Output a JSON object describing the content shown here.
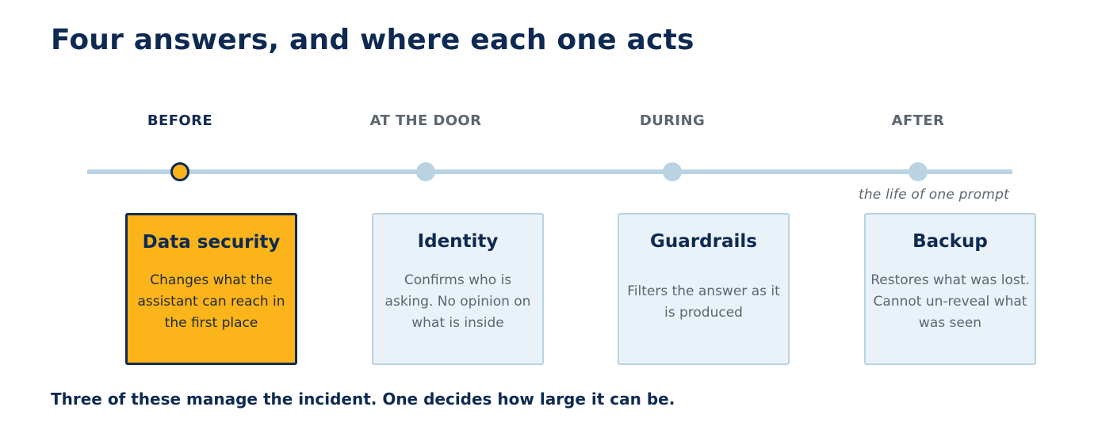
{
  "title": "Four answers, and where each one acts",
  "timeline": {
    "caption": "the life of one prompt",
    "active_stage": 0,
    "stages": [
      {
        "label": "BEFORE",
        "card_title": "Data security",
        "card_body": "Changes what the assistant can reach in the first place"
      },
      {
        "label": "AT THE DOOR",
        "card_title": "Identity",
        "card_body": "Confirms who is asking. No opinion on what is inside"
      },
      {
        "label": "DURING",
        "card_title": "Guardrails",
        "card_body": "Filters the answer as it is produced"
      },
      {
        "label": "AFTER",
        "card_title": "Backup",
        "card_body": "Restores what was lost. Cannot un-reveal what was seen"
      }
    ]
  },
  "footer": "Three of these manage the incident. One decides how large it can be.",
  "colors": {
    "navy": "#0e2a52",
    "accent": "#fbb41a",
    "line": "#b9d3e3",
    "card_bg": "#eaf2f9",
    "muted": "#5b6670"
  }
}
